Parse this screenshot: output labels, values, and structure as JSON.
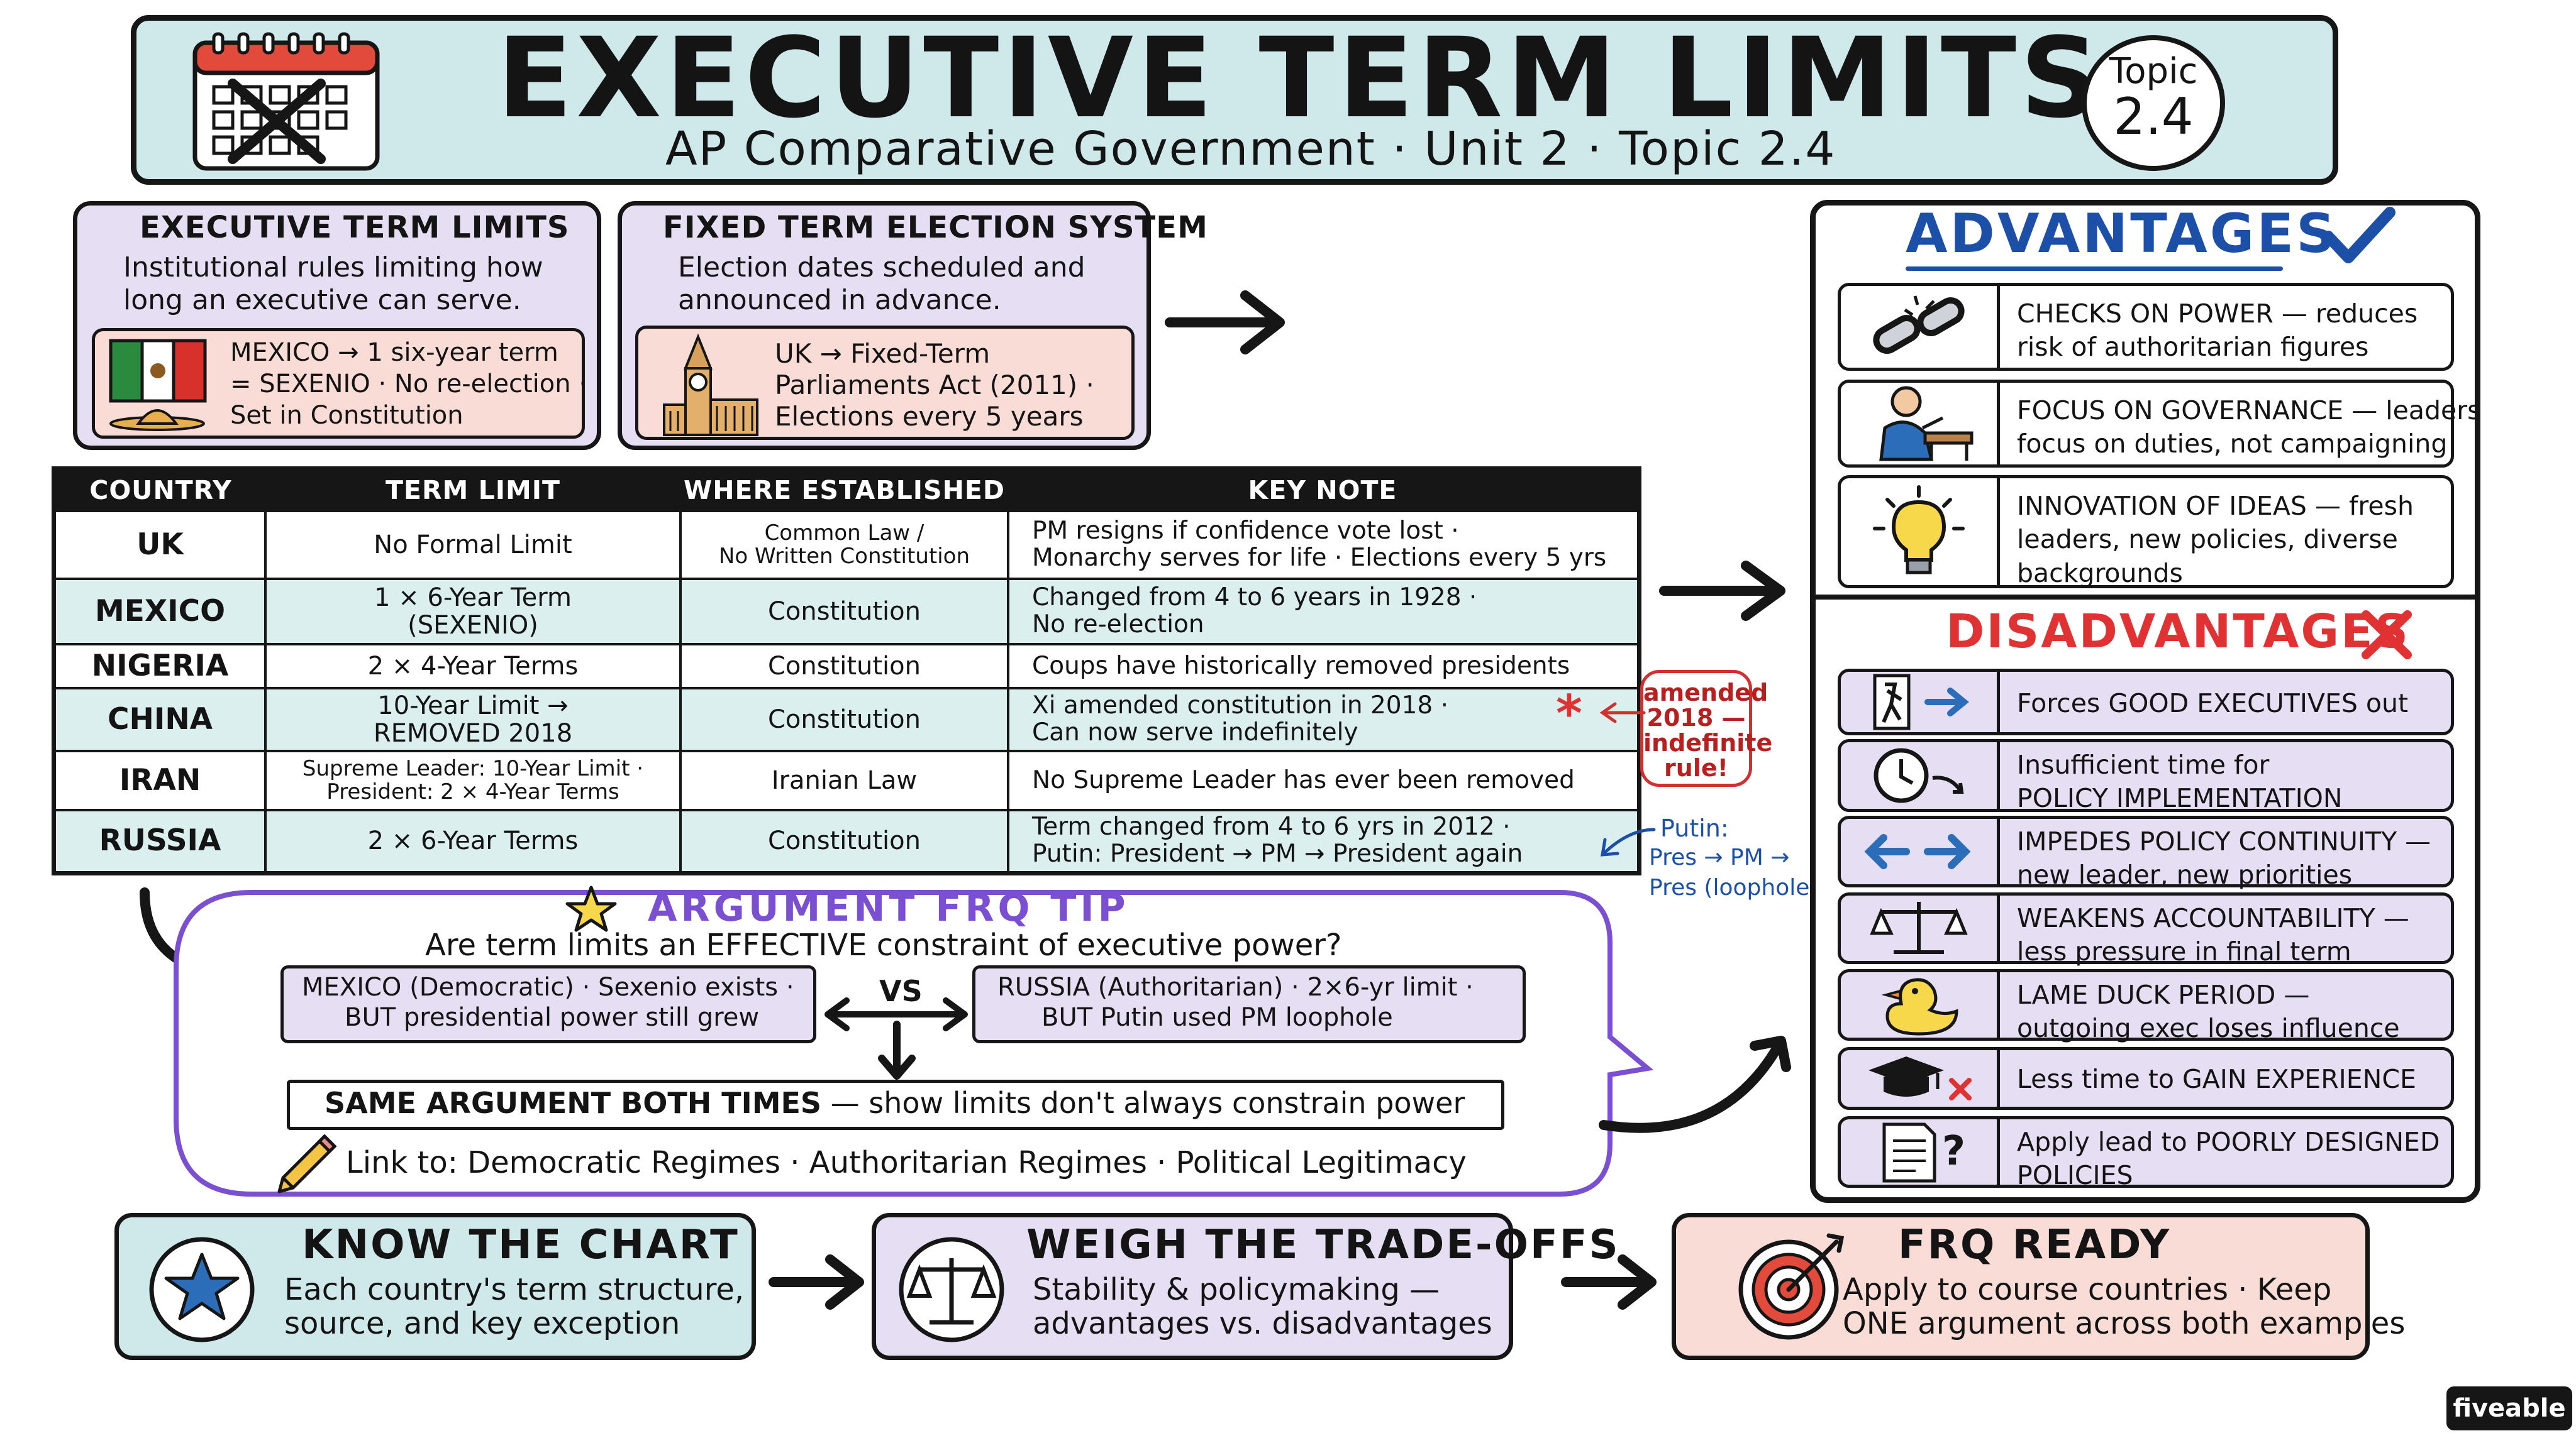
{
  "header": {
    "title": "EXECUTIVE TERM LIMITS",
    "subtitle": "AP Comparative Government · Unit 2 · Topic 2.4",
    "topic_badge_line1": "Topic",
    "topic_badge_line2": "2.4"
  },
  "definition_card": {
    "heading": "EXECUTIVE TERM LIMITS",
    "body_line1": "Institutional rules limiting how",
    "body_line2": "long an executive can serve.",
    "example_line1": "MEXICO → 1 six-year term",
    "example_line2": "= SEXENIO · No re-election ·",
    "example_line3": "Set in Constitution"
  },
  "fixed_term_card": {
    "heading": "FIXED TERM ELECTION SYSTEM",
    "body_line1": "Election dates scheduled and",
    "body_line2": "announced in advance.",
    "example_line1": "UK → Fixed-Term",
    "example_line2": "Parliaments Act (2011) ·",
    "example_line3": "Elections every 5 years"
  },
  "table": {
    "headers": [
      "COUNTRY",
      "TERM LIMIT",
      "WHERE ESTABLISHED",
      "KEY NOTE"
    ],
    "rows": [
      {
        "country": "UK",
        "limit1": "No Formal Limit",
        "limit2": "",
        "where1": "Common Law /",
        "where2": "No Written Constitution",
        "note1": "PM resigns if confidence vote lost ·",
        "note2": "Monarchy serves for life · Elections every 5 yrs"
      },
      {
        "country": "MEXICO",
        "limit1": "1 × 6-Year Term",
        "limit2": "(SEXENIO)",
        "where1": "Constitution",
        "where2": "",
        "note1": "Changed from 4 to 6 years in 1928 ·",
        "note2": "No re-election"
      },
      {
        "country": "NIGERIA",
        "limit1": "2 × 4-Year Terms",
        "limit2": "",
        "where1": "Constitution",
        "where2": "",
        "note1": "Coups have historically removed presidents",
        "note2": ""
      },
      {
        "country": "CHINA",
        "limit1": "10-Year Limit →",
        "limit2": "REMOVED 2018",
        "where1": "Constitution",
        "where2": "",
        "note1": "Xi amended constitution in 2018 ·",
        "note2": "Can now serve indefinitely"
      },
      {
        "country": "IRAN",
        "limit1": "Supreme Leader: 10-Year Limit ·",
        "limit2": "President: 2 × 4-Year Terms",
        "where1": "Iranian Law",
        "where2": "",
        "note1": "No Supreme Leader has ever been removed",
        "note2": ""
      },
      {
        "country": "RUSSIA",
        "limit1": "2 × 6-Year Terms",
        "limit2": "",
        "where1": "Constitution",
        "where2": "",
        "note1": "Term changed from 4 to 6 yrs in 2012 ·",
        "note2": "Putin: President → PM → President again"
      }
    ]
  },
  "annotations": {
    "china_line1": "amended",
    "china_line2": "2018 —",
    "china_line3": "indefinite",
    "china_line4": "rule!",
    "russia_line1": "Putin:",
    "russia_line2": "Pres → PM →",
    "russia_line3": "Pres (loophole!)"
  },
  "frq_tip": {
    "heading": "ARGUMENT FRQ TIP",
    "question": "Are term limits an EFFECTIVE constraint of executive power?",
    "left_line1": "MEXICO (Democratic) · Sexenio exists ·",
    "left_line2": "BUT presidential power still grew",
    "vs": "VS",
    "right_line1": "RUSSIA (Authoritarian) · 2×6-yr limit ·",
    "right_line2": "BUT Putin used PM loophole",
    "conclusion_bold": "SAME ARGUMENT BOTH TIMES",
    "conclusion_rest": " — show limits don't always constrain power",
    "link": "Link to: Democratic Regimes · Authoritarian Regimes · Political Legitimacy"
  },
  "advantages": {
    "heading": "ADVANTAGES",
    "items": [
      {
        "icon": "broken-chain-icon",
        "line1": "CHECKS ON POWER — reduces",
        "line2": "risk of authoritarian figures",
        "line3": ""
      },
      {
        "icon": "person-at-desk-icon",
        "line1": "FOCUS ON GOVERNANCE — leaders",
        "line2": "focus on duties, not campaigning",
        "line3": ""
      },
      {
        "icon": "lightbulb-icon",
        "line1": "INNOVATION OF IDEAS — fresh",
        "line2": "leaders, new policies, diverse",
        "line3": "backgrounds"
      }
    ]
  },
  "disadvantages": {
    "heading": "DISADVANTAGES",
    "items": [
      {
        "icon": "exit-door-icon",
        "line1": "Forces GOOD EXECUTIVES out",
        "line2": ""
      },
      {
        "icon": "clock-icon",
        "line1": "Insufficient time for",
        "line2": "POLICY IMPLEMENTATION"
      },
      {
        "icon": "opposing-arrows-icon",
        "line1": "IMPEDES POLICY CONTINUITY —",
        "line2": "new leader, new priorities"
      },
      {
        "icon": "scales-icon",
        "line1": "WEAKENS ACCOUNTABILITY —",
        "line2": "less pressure in final term"
      },
      {
        "icon": "duck-icon",
        "line1": "LAME DUCK PERIOD —",
        "line2": "outgoing exec loses influence"
      },
      {
        "icon": "graduation-cap-icon",
        "line1": "Less time to GAIN EXPERIENCE",
        "line2": ""
      },
      {
        "icon": "document-question-icon",
        "line1": "Apply lead to POORLY DESIGNED",
        "line2": "POLICIES"
      }
    ]
  },
  "steps": [
    {
      "title": "KNOW THE CHART",
      "line1": "Each country's term structure,",
      "line2": "source, and key exception"
    },
    {
      "title": "WEIGH THE TRADE-OFFS",
      "line1": "Stability & policymaking —",
      "line2": "advantages vs. disadvantages"
    },
    {
      "title": "FRQ READY",
      "line1": "Apply to course countries · Keep",
      "line2": "ONE argument across both examples"
    }
  ],
  "logo": "fiveable",
  "colors": {
    "header_bg": "#cfe8ea",
    "lavender": "#e6dff3",
    "pink": "#f9dcd6",
    "advantages_blue": "#1c4fa8",
    "disadvantages_red": "#e03232",
    "frq_purple": "#7b4fd1"
  }
}
